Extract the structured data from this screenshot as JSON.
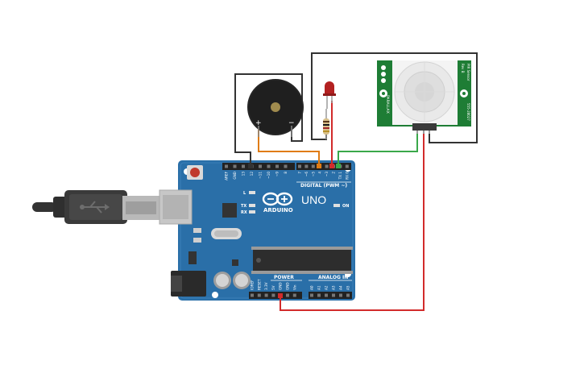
{
  "board": {
    "brand": "ARDUINO",
    "model": "UNO",
    "digital_label": "DIGITAL (PWM ~)",
    "power_label": "POWER",
    "analog_label": "ANALOG IN",
    "on_label": "ON",
    "led_l": "L",
    "led_tx": "TX",
    "led_rx": "RX",
    "digital_pins": [
      "AREF",
      "GND",
      "13",
      "12",
      "~11",
      "~10",
      "~9",
      "8",
      "7",
      "~6",
      "~5",
      "4",
      "~3",
      "2",
      "TX 1",
      "RX 0"
    ],
    "power_pins": [
      "IOREF",
      "RESET",
      "3.3V",
      "5V",
      "GND",
      "GND",
      "Vin"
    ],
    "analog_pins": [
      "A0",
      "A1",
      "A2",
      "A3",
      "A4",
      "A5"
    ]
  },
  "buzzer": {
    "plus": "+",
    "minus": "−"
  },
  "pir": {
    "left_text": "PARALLAX",
    "right_text_1": "PIR Sensor",
    "right_text_2": "555-28027",
    "right_text_3": "Rev B"
  },
  "colors": {
    "board": "#2a6fa8",
    "wire_black": "#333333",
    "wire_orange": "#e07c14",
    "wire_red": "#d22b2b",
    "wire_green": "#3aa84a",
    "pir_board": "#1e7d35"
  }
}
